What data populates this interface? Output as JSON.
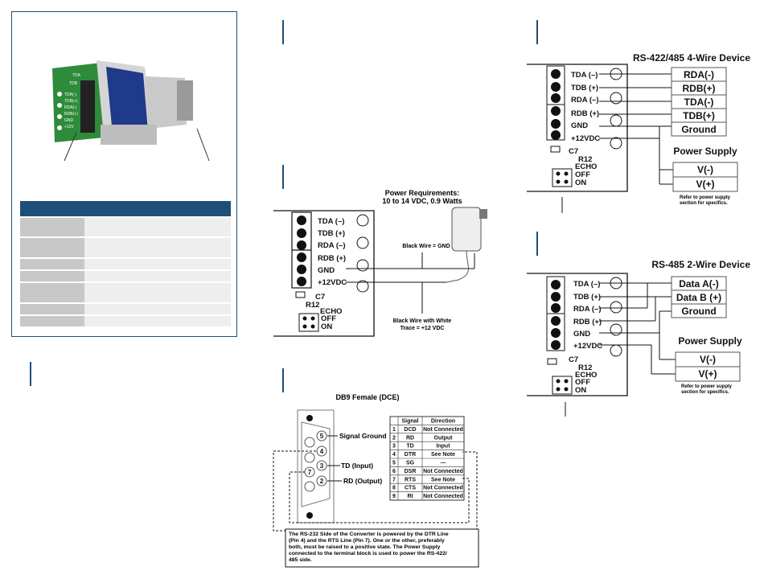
{
  "product_photo": {
    "terminal_labels": [
      "TDA(-)",
      "TDB(+)",
      "RDA(-)",
      "RDB(+)",
      "GND",
      "+12V"
    ]
  },
  "power_diagram": {
    "title_line1": "Power Requirements:",
    "title_line2": "10 to 14 VDC, 0.9 Watts",
    "black_wire": "Black Wire = GND",
    "trace_line1": "Black Wire with White",
    "trace_line2": "Trace = +12 VDC"
  },
  "terminals": [
    "TDA (–)",
    "TDB (+)",
    "RDA (–)",
    "RDB (+)",
    "GND",
    "+12VDC"
  ],
  "jumpers": {
    "c7": "C7",
    "r12": "R12",
    "echo": "ECHO",
    "off": "OFF",
    "on": "ON"
  },
  "four_wire": {
    "title": "RS-422/485 4-Wire Device",
    "boxes": [
      "RDA(-)",
      "RDB(+)",
      "TDA(-)",
      "TDB(+)",
      "Ground"
    ],
    "power_title": "Power Supply",
    "power_boxes": [
      "V(-)",
      "V(+)"
    ],
    "note_line1": "Refer to power supply",
    "note_line2": "section for specifics."
  },
  "two_wire": {
    "title": "RS-485 2-Wire Device",
    "boxes": [
      "Data A(-)",
      "Data B (+)",
      "Ground"
    ],
    "power_title": "Power Supply",
    "power_boxes": [
      "V(-)",
      "V(+)"
    ],
    "note_line1": "Refer to power supply",
    "note_line2": "section for specifics."
  },
  "db9": {
    "title": "DB9 Female (DCE)",
    "signal_ground": "Signal Ground",
    "td_input": "TD (Input)",
    "rd_output": "RD (Output)",
    "pins_shown": [
      "5",
      "4",
      "3",
      "7",
      "2"
    ],
    "table_headers": [
      "Signal",
      "Direction"
    ],
    "table_rows": [
      [
        "1",
        "DCD",
        "Not Connected"
      ],
      [
        "2",
        "RD",
        "Output"
      ],
      [
        "3",
        "TD",
        "Input"
      ],
      [
        "4",
        "DTR",
        "See Note"
      ],
      [
        "5",
        "SG",
        "---"
      ],
      [
        "6",
        "DSR",
        "Not Connected"
      ],
      [
        "7",
        "RTS",
        "See Note"
      ],
      [
        "8",
        "CTS",
        "Not Connected"
      ],
      [
        "9",
        "RI",
        "Not Connected"
      ]
    ],
    "note": [
      "The RS-232 Side of the Converter is powered by the DTR Line",
      "(Pin 4) and the RTS Line (Pin 7). One or the other, preferably",
      "both, must be raised to a positive state. The Power Supply",
      "connected to the terminal block is used to power the RS-422/",
      "485 side."
    ]
  }
}
